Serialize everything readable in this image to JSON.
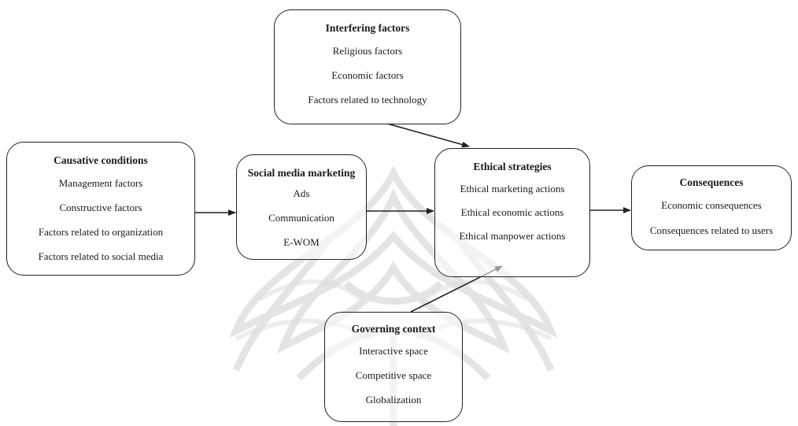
{
  "diagram": {
    "interfering": {
      "title": "Interfering factors",
      "items": [
        "Religious factors",
        "Economic factors",
        "Factors related to technology"
      ]
    },
    "causative": {
      "title": "Causative conditions",
      "items": [
        "Management factors",
        "Constructive factors",
        "Factors related to organization",
        "Factors related to social media"
      ]
    },
    "smm": {
      "title": "Social media marketing",
      "items": [
        "Ads",
        "Communication",
        "E-WOM"
      ]
    },
    "ethical": {
      "title": "Ethical strategies",
      "items": [
        "Ethical marketing actions",
        "Ethical economic actions",
        "Ethical manpower actions"
      ]
    },
    "governing": {
      "title": "Governing context",
      "items": [
        "Interactive space",
        "Competitive space",
        "Globalization"
      ]
    },
    "consequences": {
      "title": "Consequences",
      "items": [
        "Economic consequences",
        "Consequences related to users"
      ]
    },
    "edges": [
      {
        "from": "causative",
        "to": "smm"
      },
      {
        "from": "smm",
        "to": "ethical"
      },
      {
        "from": "interfering",
        "to": "ethical"
      },
      {
        "from": "governing",
        "to": "ethical"
      },
      {
        "from": "ethical",
        "to": "consequences"
      }
    ]
  },
  "colors": {
    "stroke": "#222222",
    "text": "#1a1a1a",
    "watermark": "#c8c8c8"
  }
}
